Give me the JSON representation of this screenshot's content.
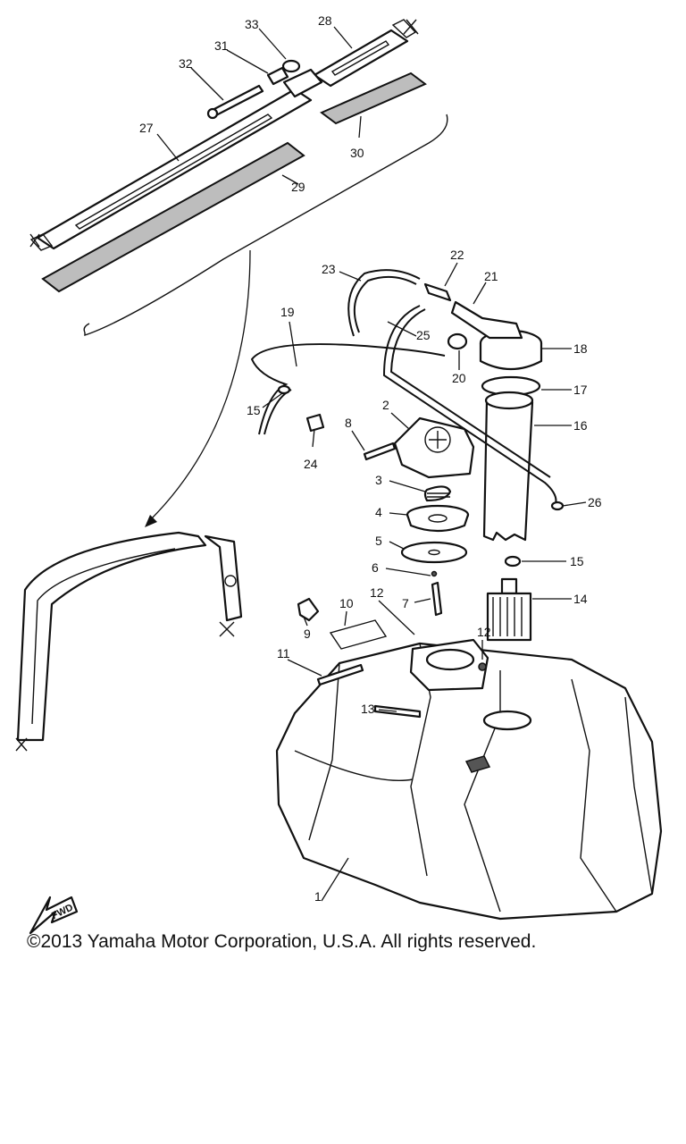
{
  "callouts": {
    "c1": "1",
    "c2": "2",
    "c3": "3",
    "c4": "4",
    "c5": "5",
    "c6": "6",
    "c7": "7",
    "c8": "8",
    "c9": "9",
    "c10": "10",
    "c11": "11",
    "c12a": "12",
    "c12b": "12",
    "c13": "13",
    "c14": "14",
    "c15a": "15",
    "c15b": "15",
    "c16": "16",
    "c17": "17",
    "c18": "18",
    "c19": "19",
    "c20": "20",
    "c21": "21",
    "c22": "22",
    "c23": "23",
    "c24": "24",
    "c25": "25",
    "c26": "26",
    "c27": "27",
    "c28": "28",
    "c29": "29",
    "c30": "30",
    "c31": "31",
    "c32": "32",
    "c33": "33"
  },
  "fwd_label": "FWD",
  "copyright": "©2013 Yamaha Motor Corporation, U.S.A. All rights reserved."
}
